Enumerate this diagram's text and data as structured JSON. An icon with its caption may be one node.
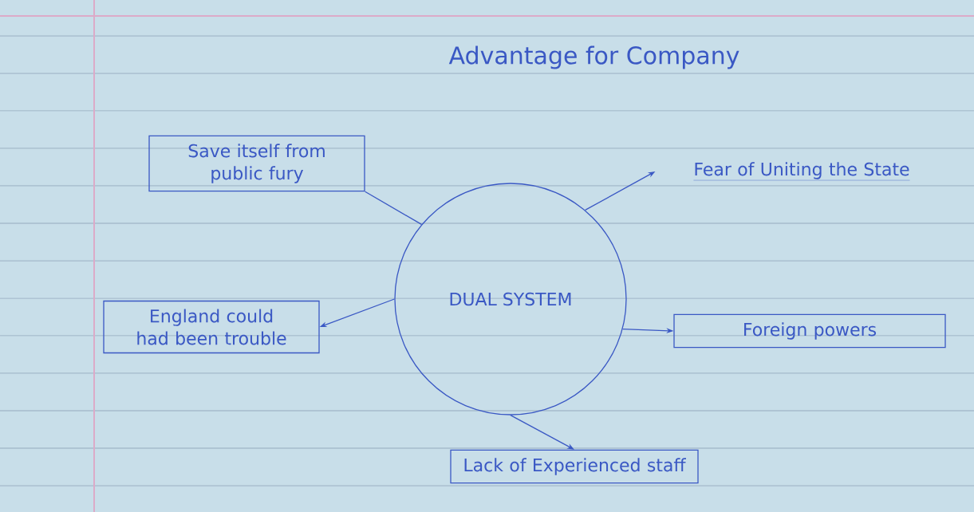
{
  "diagram": {
    "title": "Advantage for Company",
    "nodes": [
      {
        "text": [
          "DUAL SYSTEM"
        ]
      },
      {
        "text": [
          "Save itself from public fury"
        ]
      },
      {
        "text": [
          "Fear of Uniting the State"
        ]
      },
      {
        "text": [
          "England could had been trouble"
        ]
      },
      {
        "text": [
          "Foreign powers"
        ]
      },
      {
        "text": [
          "Lack of Experienced staff"
        ]
      }
    ],
    "edges": [
      {
        "from": 0,
        "to": 1,
        "arrow": "none"
      },
      {
        "from": 0,
        "to": 2,
        "arrow": "to"
      },
      {
        "from": 0,
        "to": 3,
        "arrow": "to"
      },
      {
        "from": 0,
        "to": 4,
        "arrow": "to"
      },
      {
        "from": 0,
        "to": 5,
        "arrow": "to"
      }
    ]
  }
}
